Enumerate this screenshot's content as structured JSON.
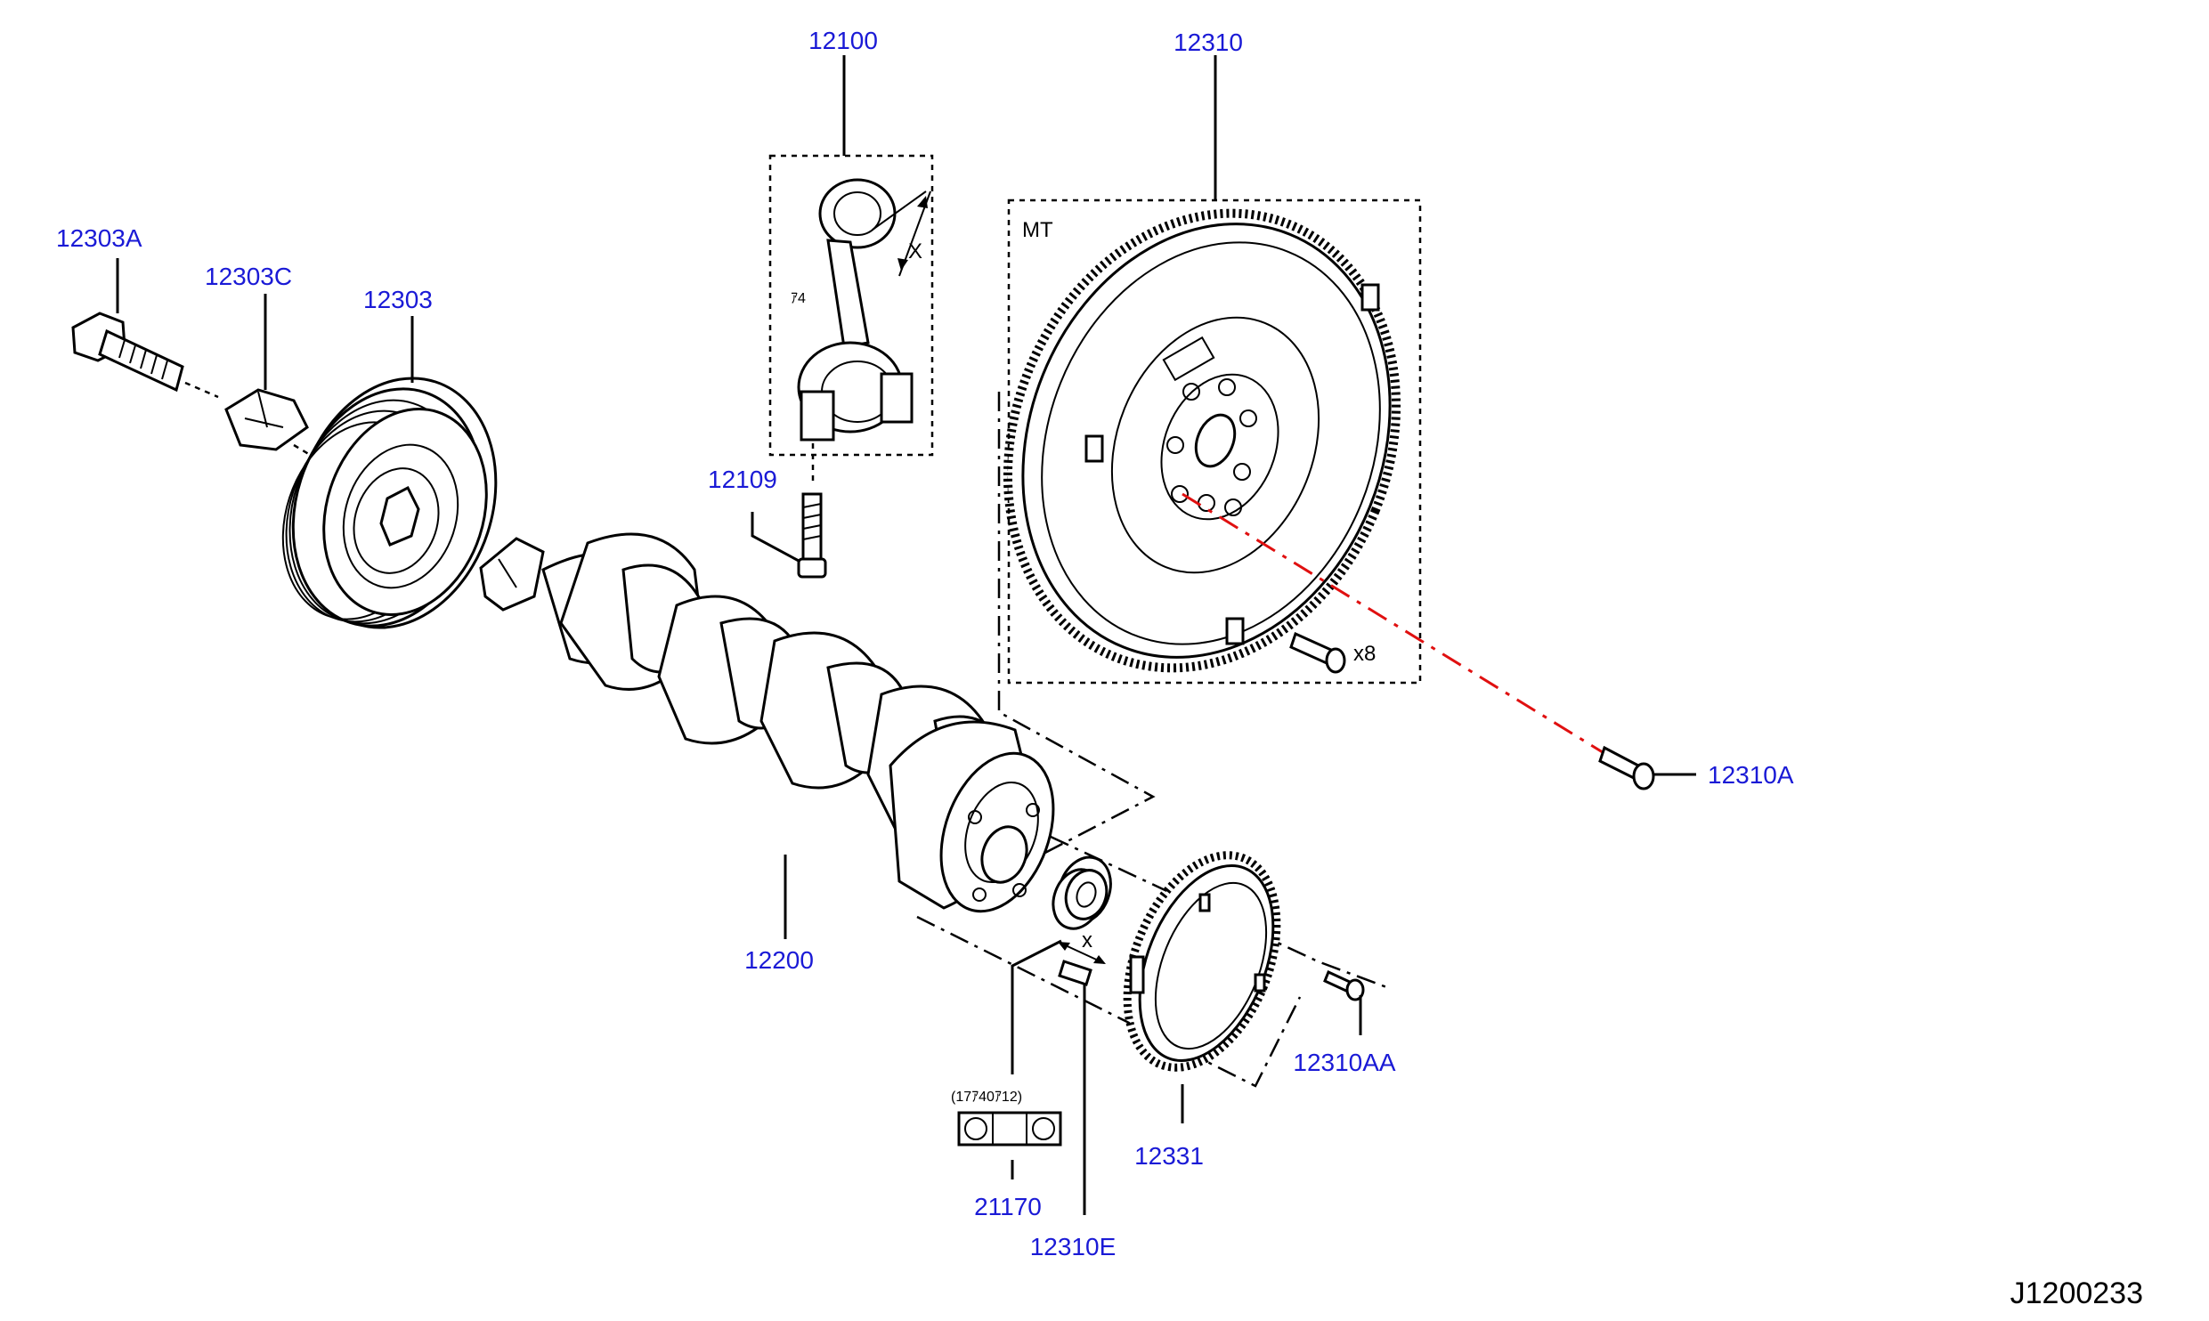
{
  "diagram": {
    "callouts": {
      "p12100": "12100",
      "p12310": "12310",
      "p12303A": "12303A",
      "p12303C": "12303C",
      "p12303": "12303",
      "p12109": "12109",
      "p12200": "12200",
      "p12310A": "12310A",
      "p12310AA": "12310AA",
      "p12331": "12331",
      "p21170": "21170",
      "p12310E": "12310E"
    },
    "labels": {
      "mt": "MT",
      "dim_x": "X",
      "dim_x_small": "x",
      "qty_x8": "x8",
      "rod_mark": "ｱ4",
      "size_note": "(17ｱ40ｱ12)"
    },
    "diagram_id": "J1200233"
  },
  "colors": {
    "callout": "#1a1ad6",
    "line": "#000000",
    "alignment_line": "#e01010"
  }
}
